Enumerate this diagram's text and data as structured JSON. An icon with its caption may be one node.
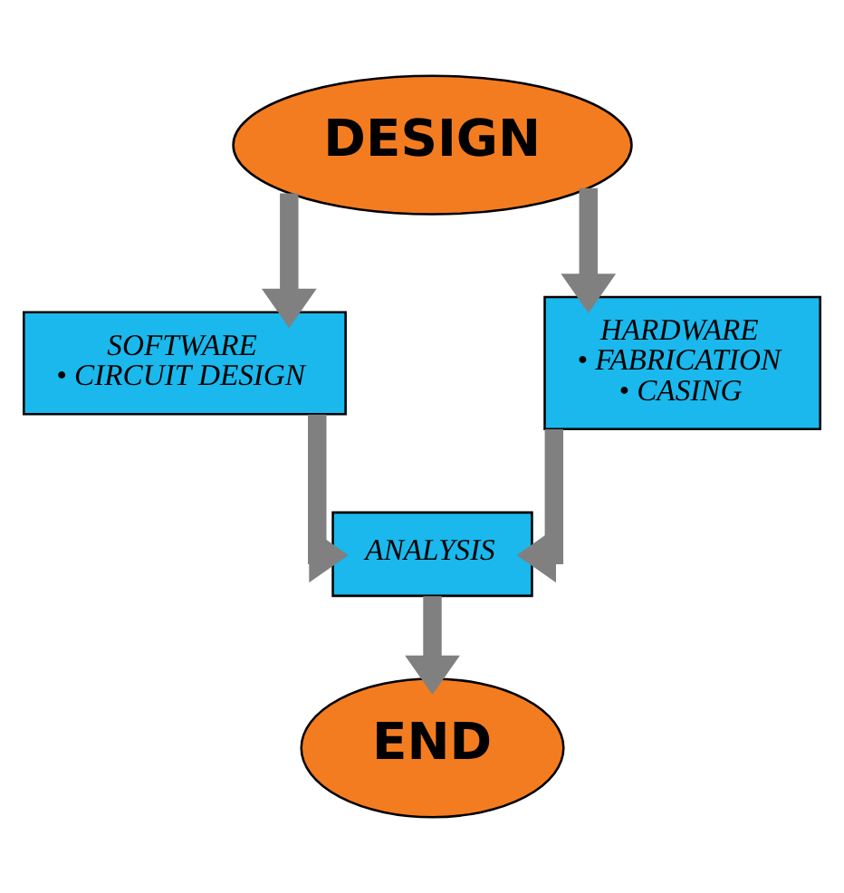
{
  "diagram": {
    "nodes": [
      {
        "text": [
          "DESIGN"
        ]
      },
      {
        "text": [
          "SOFTWARE",
          "• CIRCUIT DESIGN"
        ]
      },
      {
        "text": [
          "HARDWARE",
          "• FABRICATION",
          "• CASING"
        ]
      },
      {
        "text": [
          "ANALYSIS"
        ]
      },
      {
        "text": [
          "END"
        ]
      }
    ],
    "edges": [
      {
        "from": 0,
        "to": 1,
        "arrow": "to"
      },
      {
        "from": 0,
        "to": 2,
        "arrow": "to"
      },
      {
        "from": 1,
        "to": 3,
        "arrow": "to"
      },
      {
        "from": 2,
        "to": 3,
        "arrow": "to"
      },
      {
        "from": 3,
        "to": 4,
        "arrow": "to"
      }
    ]
  }
}
